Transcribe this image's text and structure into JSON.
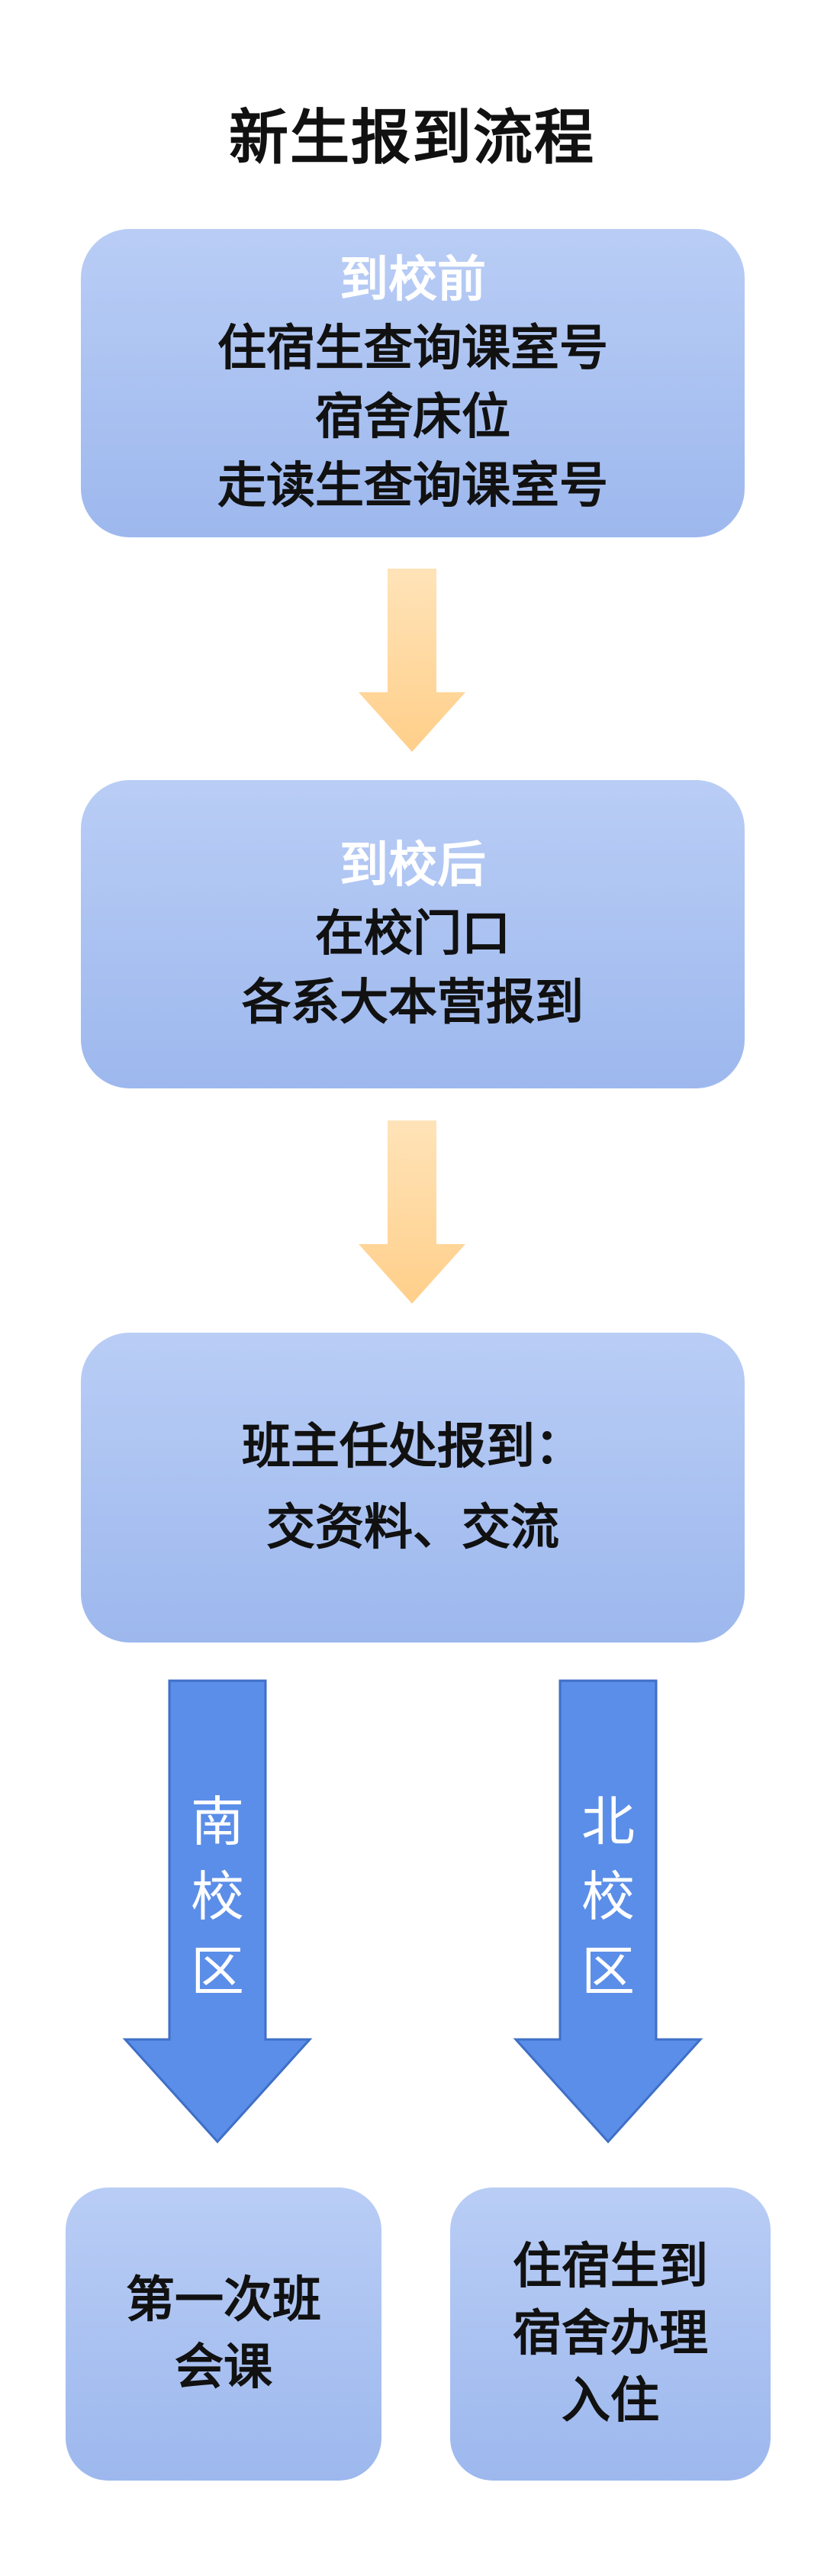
{
  "title": "新生报到流程",
  "steps": {
    "before": {
      "heading": "到校前",
      "lines": [
        "住宿生查询课室号",
        "宿舍床位",
        "走读生查询课室号"
      ]
    },
    "after": {
      "heading": "到校后",
      "lines": [
        "在校门口",
        "各系大本营报到"
      ]
    },
    "teacher": {
      "lines": [
        "班主任处报到：",
        "交资料、交流"
      ]
    },
    "south_result": {
      "lines": [
        "第一次班",
        "会课"
      ]
    },
    "north_result": {
      "lines": [
        "住宿生到",
        "宿舍办理",
        "入住"
      ]
    }
  },
  "branches": {
    "south": {
      "chars": [
        "南",
        "校",
        "区"
      ]
    },
    "north": {
      "chars": [
        "北",
        "校",
        "区"
      ]
    }
  },
  "colors": {
    "box_gradient_top": "#b9cdf5",
    "box_gradient_bottom": "#9db8ee",
    "connector_arrow": "#ffd79a",
    "branch_arrow": "#5b8ee8",
    "branch_arrow_border": "#3f6fc7",
    "heading_text": "#ffffff",
    "body_text": "#111111"
  },
  "icons": {
    "connector": "down-arrow-icon",
    "branch": "down-arrow-icon"
  }
}
